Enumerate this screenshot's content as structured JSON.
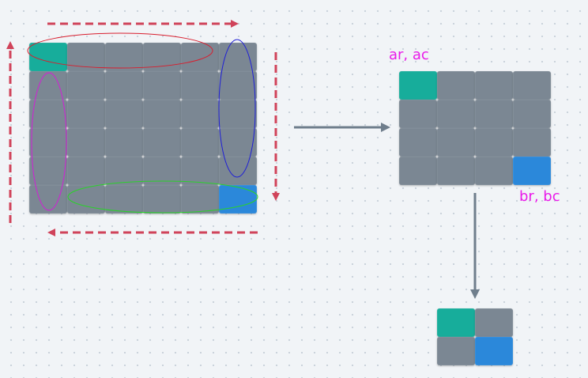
{
  "colors": {
    "cell": "#7b8793",
    "start": "#17ad9b",
    "end": "#2b88da",
    "traversal_arrow": "#d0435a",
    "flow_arrow": "#6f7e8c",
    "top_row_ellipse": "#d81e2e",
    "right_col_ellipse": "#1f1fd6",
    "left_col_ellipse": "#d21ed6",
    "bottom_row_ellipse": "#2bd12b",
    "label_text": "#e91ae9"
  },
  "big_matrix": {
    "rows": 6,
    "cols": 6,
    "start_cell": [
      0,
      0
    ],
    "end_cell": [
      5,
      5
    ]
  },
  "mid_matrix": {
    "rows": 4,
    "cols": 4,
    "start_cell": [
      0,
      0
    ],
    "end_cell": [
      3,
      3
    ]
  },
  "small_matrix": {
    "rows": 2,
    "cols": 2,
    "start_cell": [
      0,
      0
    ],
    "end_cell": [
      1,
      1
    ]
  },
  "labels": {
    "top_left_corner": "ar, ac",
    "bottom_right_corner": "br, bc"
  }
}
